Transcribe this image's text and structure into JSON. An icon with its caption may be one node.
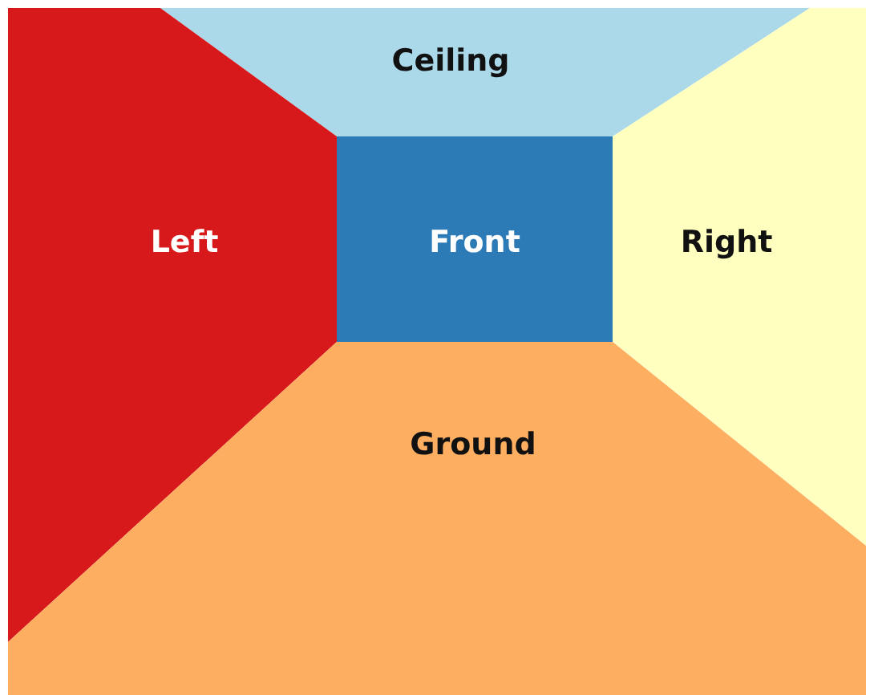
{
  "diagram": {
    "nodes": [
      {
        "text": [
          "Ceiling"
        ]
      },
      {
        "text": [
          "Left"
        ]
      },
      {
        "text": [
          "Front"
        ]
      },
      {
        "text": [
          "Right"
        ]
      },
      {
        "text": [
          "Ground"
        ]
      }
    ]
  }
}
